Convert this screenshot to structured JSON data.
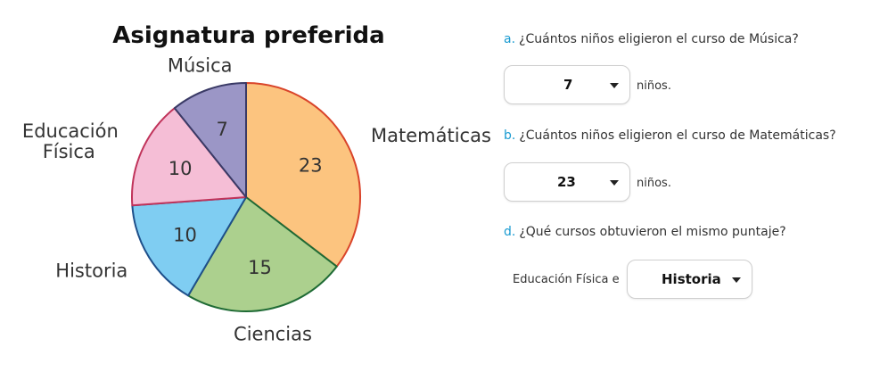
{
  "chart_data": {
    "type": "pie",
    "title": "Asignatura preferida",
    "slices": [
      {
        "label": "Matemáticas",
        "value": 23,
        "fill": "#fcc47f",
        "stroke": "#d9442a"
      },
      {
        "label": "Ciencias",
        "value": 15,
        "fill": "#acd08e",
        "stroke": "#1f6b35"
      },
      {
        "label": "Historia",
        "value": 10,
        "fill": "#7fcdf2",
        "stroke": "#1e4f8a"
      },
      {
        "label": "Educación Física",
        "label_lines": [
          "Educación",
          "Física"
        ],
        "value": 10,
        "fill": "#f5bed6",
        "stroke": "#c0335a"
      },
      {
        "label": "Música",
        "value": 7,
        "fill": "#9b96c6",
        "stroke": "#3a3a66"
      }
    ],
    "start_angle_deg": 0,
    "direction": "clockwise"
  },
  "questions": [
    {
      "letter": "a.",
      "text": "¿Cuántos niños eligieron el curso de Música?",
      "answer": "7",
      "unit": "niños."
    },
    {
      "letter": "b.",
      "text": "¿Cuántos niños eligieron el curso de Matemáticas?",
      "answer": "23",
      "unit": "niños."
    },
    {
      "letter": "d.",
      "text": "¿Qué cursos obtuvieron el mismo puntaje?",
      "prefix": "Educación Física e",
      "answer": "Historia"
    }
  ],
  "colors": {
    "question_letter": "#1a9bd1",
    "caret": "#222222"
  },
  "icons": {
    "dropdown": "caret-down-icon"
  }
}
